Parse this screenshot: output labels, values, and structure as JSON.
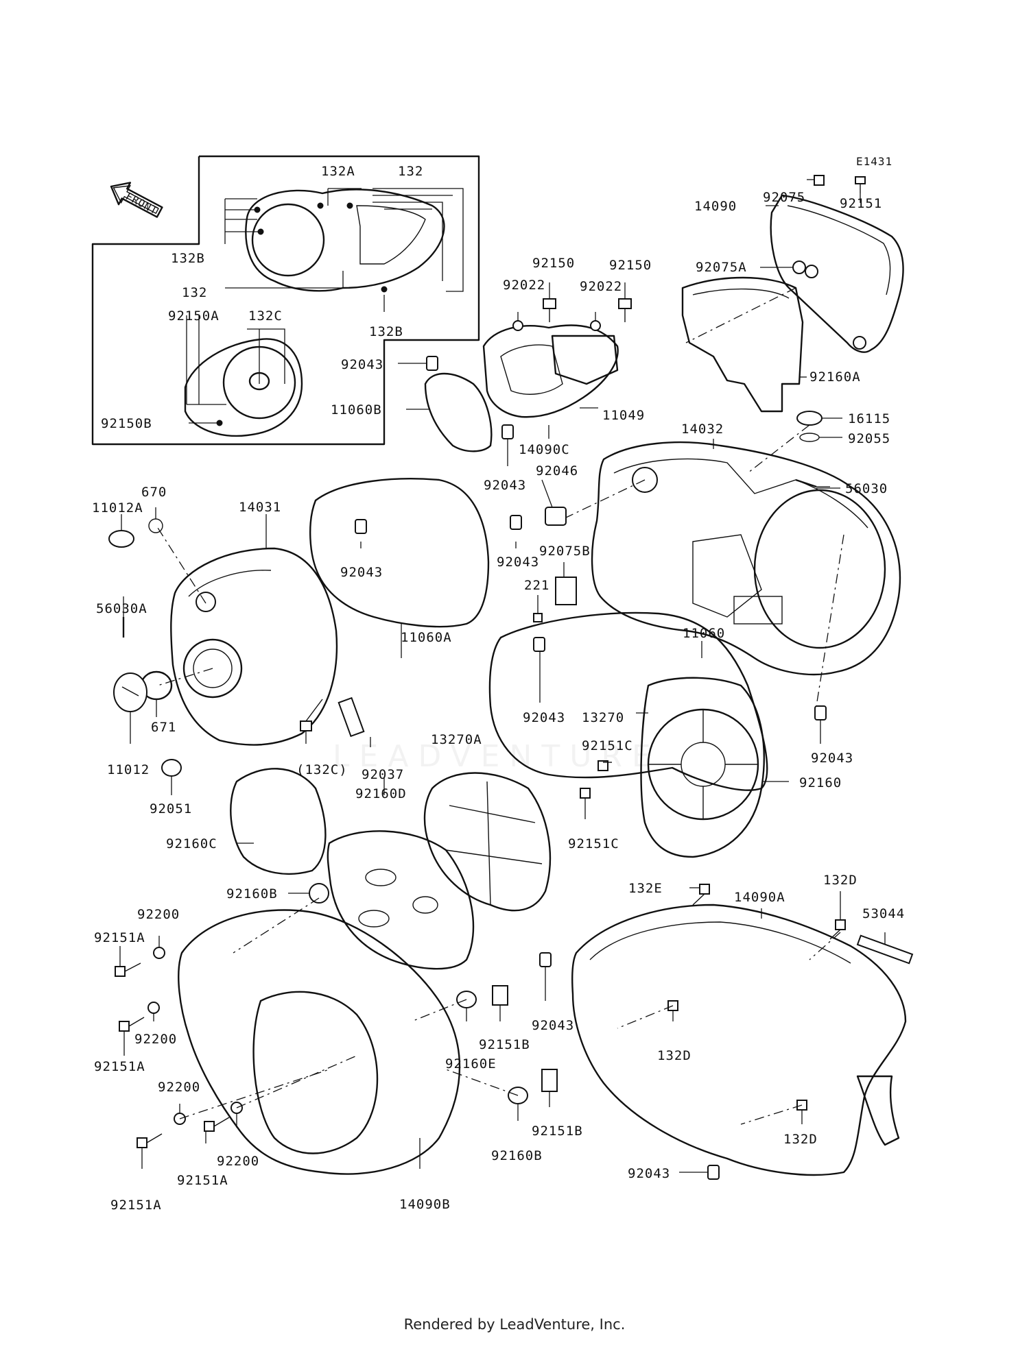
{
  "diagram": {
    "code": "E1431",
    "footer": "Rendered by LeadVenture, Inc.",
    "watermark": "LEADVENTURE",
    "front_arrow_label": "FRONT"
  },
  "labels": {
    "l_132A": "132A",
    "l_132_top": "132",
    "l_132B_left": "132B",
    "l_132_left": "132",
    "l_132B_bottom": "132B",
    "l_92150A": "92150A",
    "l_132C": "132C",
    "l_92150B": "92150B",
    "l_92075": "92075",
    "l_92151_top": "92151",
    "l_14090": "14090",
    "l_92075A": "92075A",
    "l_92160A": "92160A",
    "l_92150_1": "92150",
    "l_92150_2": "92150",
    "l_92022_1": "92022",
    "l_92022_2": "92022",
    "l_92043_a": "92043",
    "l_11060B": "11060B",
    "l_11049": "11049",
    "l_14090C": "14090C",
    "l_92043_b": "92043",
    "l_16115": "16115",
    "l_92055": "92055",
    "l_14032": "14032",
    "l_92046": "92046",
    "l_56030": "56030",
    "l_670": "670",
    "l_11012A": "11012A",
    "l_14031": "14031",
    "l_92043_c": "92043",
    "l_92043_d": "92043",
    "l_92075B": "92075B",
    "l_221": "221",
    "l_56030A": "56030A",
    "l_11060A": "11060A",
    "l_11060": "11060",
    "l_92043_e": "92043",
    "l_13270": "13270",
    "l_13270A": "13270A",
    "l_92151C_1": "92151C",
    "l_92043_f": "92043",
    "l_671": "671",
    "l_11012": "11012",
    "l_132C_paren": "(132C)",
    "l_92037": "92037",
    "l_92160D": "92160D",
    "l_92160": "92160",
    "l_92051": "92051",
    "l_92151C_2": "92151C",
    "l_92160C": "92160C",
    "l_132E": "132E",
    "l_14090A": "14090A",
    "l_132D_1": "132D",
    "l_53044": "53044",
    "l_92160B_1": "92160B",
    "l_92200_1": "92200",
    "l_92151A_1": "92151A",
    "l_92043_g": "92043",
    "l_92151B_1": "92151B",
    "l_92160E": "92160E",
    "l_132D_2": "132D",
    "l_92200_2": "92200",
    "l_92151A_2": "92151A",
    "l_92200_3": "92200",
    "l_92200_4": "92200",
    "l_92151A_3": "92151A",
    "l_92151B_2": "92151B",
    "l_92160B_2": "92160B",
    "l_132D_3": "132D",
    "l_92151A_4": "92151A",
    "l_14090B": "14090B",
    "l_92043_h": "92043"
  }
}
